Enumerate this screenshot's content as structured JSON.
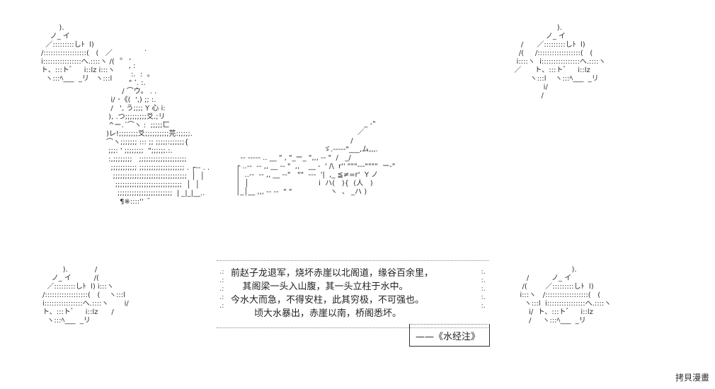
{
  "quote": {
    "lines": [
      "前赵子龙退军，烧坏赤崖以北阁道，缘谷百余里，",
      "    其阁梁一头入山腹，其一头立柱于水中。",
      "今水大而急，不得安柱，此其穷极，不可强也。",
      "        顷大水暴出，赤崖以南，桥阁悉坏。"
    ],
    "source": "——《水经注》"
  },
  "watermark": "拷貝漫畫",
  "ascii_art": {
    "left_figure": "        ).\n    ノ_ イ\n  ／:::::::::しﾄ  l)\n/::::::::::::::::::(   (   ／\ni::::::::::::::::へ.::::ヽ /(\nト、:::トﾞ     i::lz i:::ヽ\n  ヽ:::ﾍ___  _リ   ヽ:::l",
    "right_figure": "                     ).\n                ノ_ イ\n     /      ／:::::::::しﾄ  l)\n    /(     /::::::::::::::::::(   (\n   i::::ヽ  i::::::::::::::::へ.::::ヽ\n  ／      ト、:::トﾞ     i::lz\n         ヽ:::l    ヽ:::ﾍ___  _リ\n               i/\n              /",
    "bottom_left": "         ).            /\n    ノ_ イ          /(\n  ／:::::::::しﾄ  l) i:::ヽ\n/::::::::::::::::::(   (    ヽ:::l\ni::::::::::::::::へ.::::ヽ       i/\nト、:::トﾞ     i::lz      /\n  ヽ:::ﾍ___  _リ",
    "bottom_right": "                         ).\n     /          ノ_ イ\n   /(        ／:::::::::しﾄ  l)\n  i:::ヽ   /::::::::::::::::::(   (\n    ヽ:::l  i::::::::::::::::へ.::::ヽ\n      i/  ト、:::トﾞ     i::lz\n      /     ヽ:::ﾍ___  _リ",
    "center_scene": "                 .\n      。 ,\n          , :\n           :.  :  。\n          \" ʼ. :.\n       / ⌒ウ。 . .\n  i/ ･《(  ',) ;; :.\n  /   ', う;;;; Y 心 i:\n ), .つ;;;;;;;;;爻.;リ\n ^ー.´⌒ヽ :  ;;;;;匸\n)レ!;;;;;;;;爻;;;;;;;;;;芫:;;;;;.\n⌒ヽ;;;;;;; ::: ;; ;;;;;:;;;;;;{\n ;;;: ' ;;;;;;;;  \";;;;;;.:.\n :,;;;;;;;;   ;;;;;;;;;;;;;;;;;;;;\n  ;;;;;;;;;;; ;;;;;;;;;;;;;;;;;;; . ┌-- . .\n   ;;;;;;;;;;;;;;;;;;;;;;;;;;;;;;;  │  │\n    ;;;;;;;;;;;;;;;;;;;;;;;;;;;;  │  │\n     ;;;;;;;;;;;;;;;;;;;;;;;  | _|_|__..\n      ¶※::::''   ̄",
    "right_hand": "                                                          _ -\"\n                                                       ／\n                                                    /\n                                        ゞ.-----\"___,ム,,,.\n   -- ----- .. __ \" , \"_ー_ \",,, -- \"  /   _/\n ┌ ..--  -- ,, __ -- \"  ,,    __ -  ' /\\  r'' \"\"\"---\"\"\"\"  ー-\"\n │  ..--  -- ,, __ --\"   \"\"  ---  '|  ,_ ≦≠=r'  Y ノ\n │  │                               i  ハ(   ){  (人   )\n │_│__ ,,, -- --  \" \"                 ヽ  、 _ハ )"
  }
}
